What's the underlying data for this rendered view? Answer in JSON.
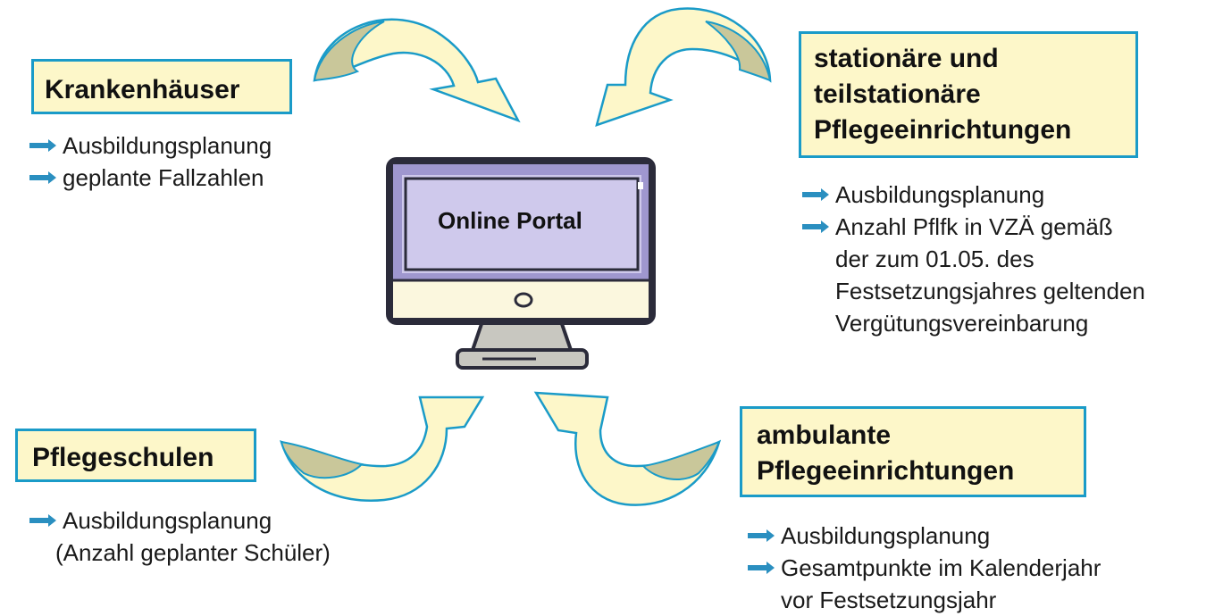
{
  "center": {
    "label": "Online Portal"
  },
  "boxes": {
    "krankenhaeuser": {
      "title_lines": [
        "Krankenhäuser"
      ]
    },
    "stationaer": {
      "title_lines": [
        "stationäre und",
        "teilstationäre",
        "Pflegeeinrichtungen"
      ]
    },
    "pflegeschulen": {
      "title_lines": [
        "Pflegeschulen"
      ]
    },
    "ambulant": {
      "title_lines": [
        "ambulante",
        "Pflegeeinrichtungen"
      ]
    }
  },
  "lists": {
    "krankenhaeuser": [
      "Ausbildungsplanung",
      "geplante Fallzahlen"
    ],
    "stationaer": [
      "Ausbildungsplanung",
      "Anzahl Pflfk in VZÄ gemäß"
    ],
    "stationaer_continuation": [
      "der zum 01.05. des",
      "Festsetzungsjahres geltenden",
      "Vergütungsvereinbarung"
    ],
    "pflegeschulen": [
      "Ausbildungsplanung"
    ],
    "pflegeschulen_continuation": [
      "(Anzahl geplanter Schüler)"
    ],
    "ambulant": [
      "Ausbildungsplanung",
      "Gesamtpunkte im Kalenderjahr"
    ],
    "ambulant_continuation": [
      "vor Festsetzungsjahr"
    ]
  },
  "colors": {
    "box_fill": "#fdf7c9",
    "box_border": "#1a9bc8",
    "arrow_fill": "#fdf7c9",
    "arrow_shadow": "#c9c79a",
    "arrow_outline": "#1a9bc8",
    "bullet_arrow": "#2a8fc0",
    "monitor_frame": "#2b2b3a",
    "monitor_screen": "#cfc9ec",
    "monitor_bezel": "#9f97cf",
    "monitor_chin": "#fbf7de",
    "monitor_stand": "#c8c7c0"
  },
  "icons": {
    "bullet": "right-arrow-icon",
    "monitor": "monitor-icon",
    "flow_arrows": "curved-arrow-icon"
  }
}
